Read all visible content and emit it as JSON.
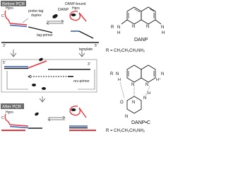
{
  "scheme": {
    "tags": {
      "before_pcr": "Before PCR",
      "after_pcr": "After PCR"
    },
    "labels": {
      "hpro_left": "Hpro",
      "c_left": "C",
      "probe_tag_duplex": "probe-tag\nduplex",
      "danp": "DANP",
      "danp_bound_hpro": "DANP-bound\nHpro",
      "tag_primer": "tag-primer",
      "template": "template",
      "rev_primer": "rev-primer",
      "five_prime": "5'",
      "three_prime": "3'"
    }
  },
  "chemistry": {
    "danp_name": "DANP",
    "r_definition_1": "R = CH₂CH₂CH₂NH₂",
    "complex_name": "DANP•C",
    "r_definition_2": "R = CH₂CH₂CH₂NH₂",
    "atoms": {
      "n": "N",
      "h": "H",
      "r": "R",
      "o": "O",
      "h_plus": "H⁺"
    }
  },
  "colors": {
    "before_tag_bg": "#6b6b6b",
    "after_tag_bg": "#6b6b6b",
    "red_strand": "#e8393f",
    "blue_strand": "#3a63b8",
    "black_strand": "#1a1a1a",
    "danp_fill": "#1a1a1a",
    "arrow": "#555555"
  }
}
